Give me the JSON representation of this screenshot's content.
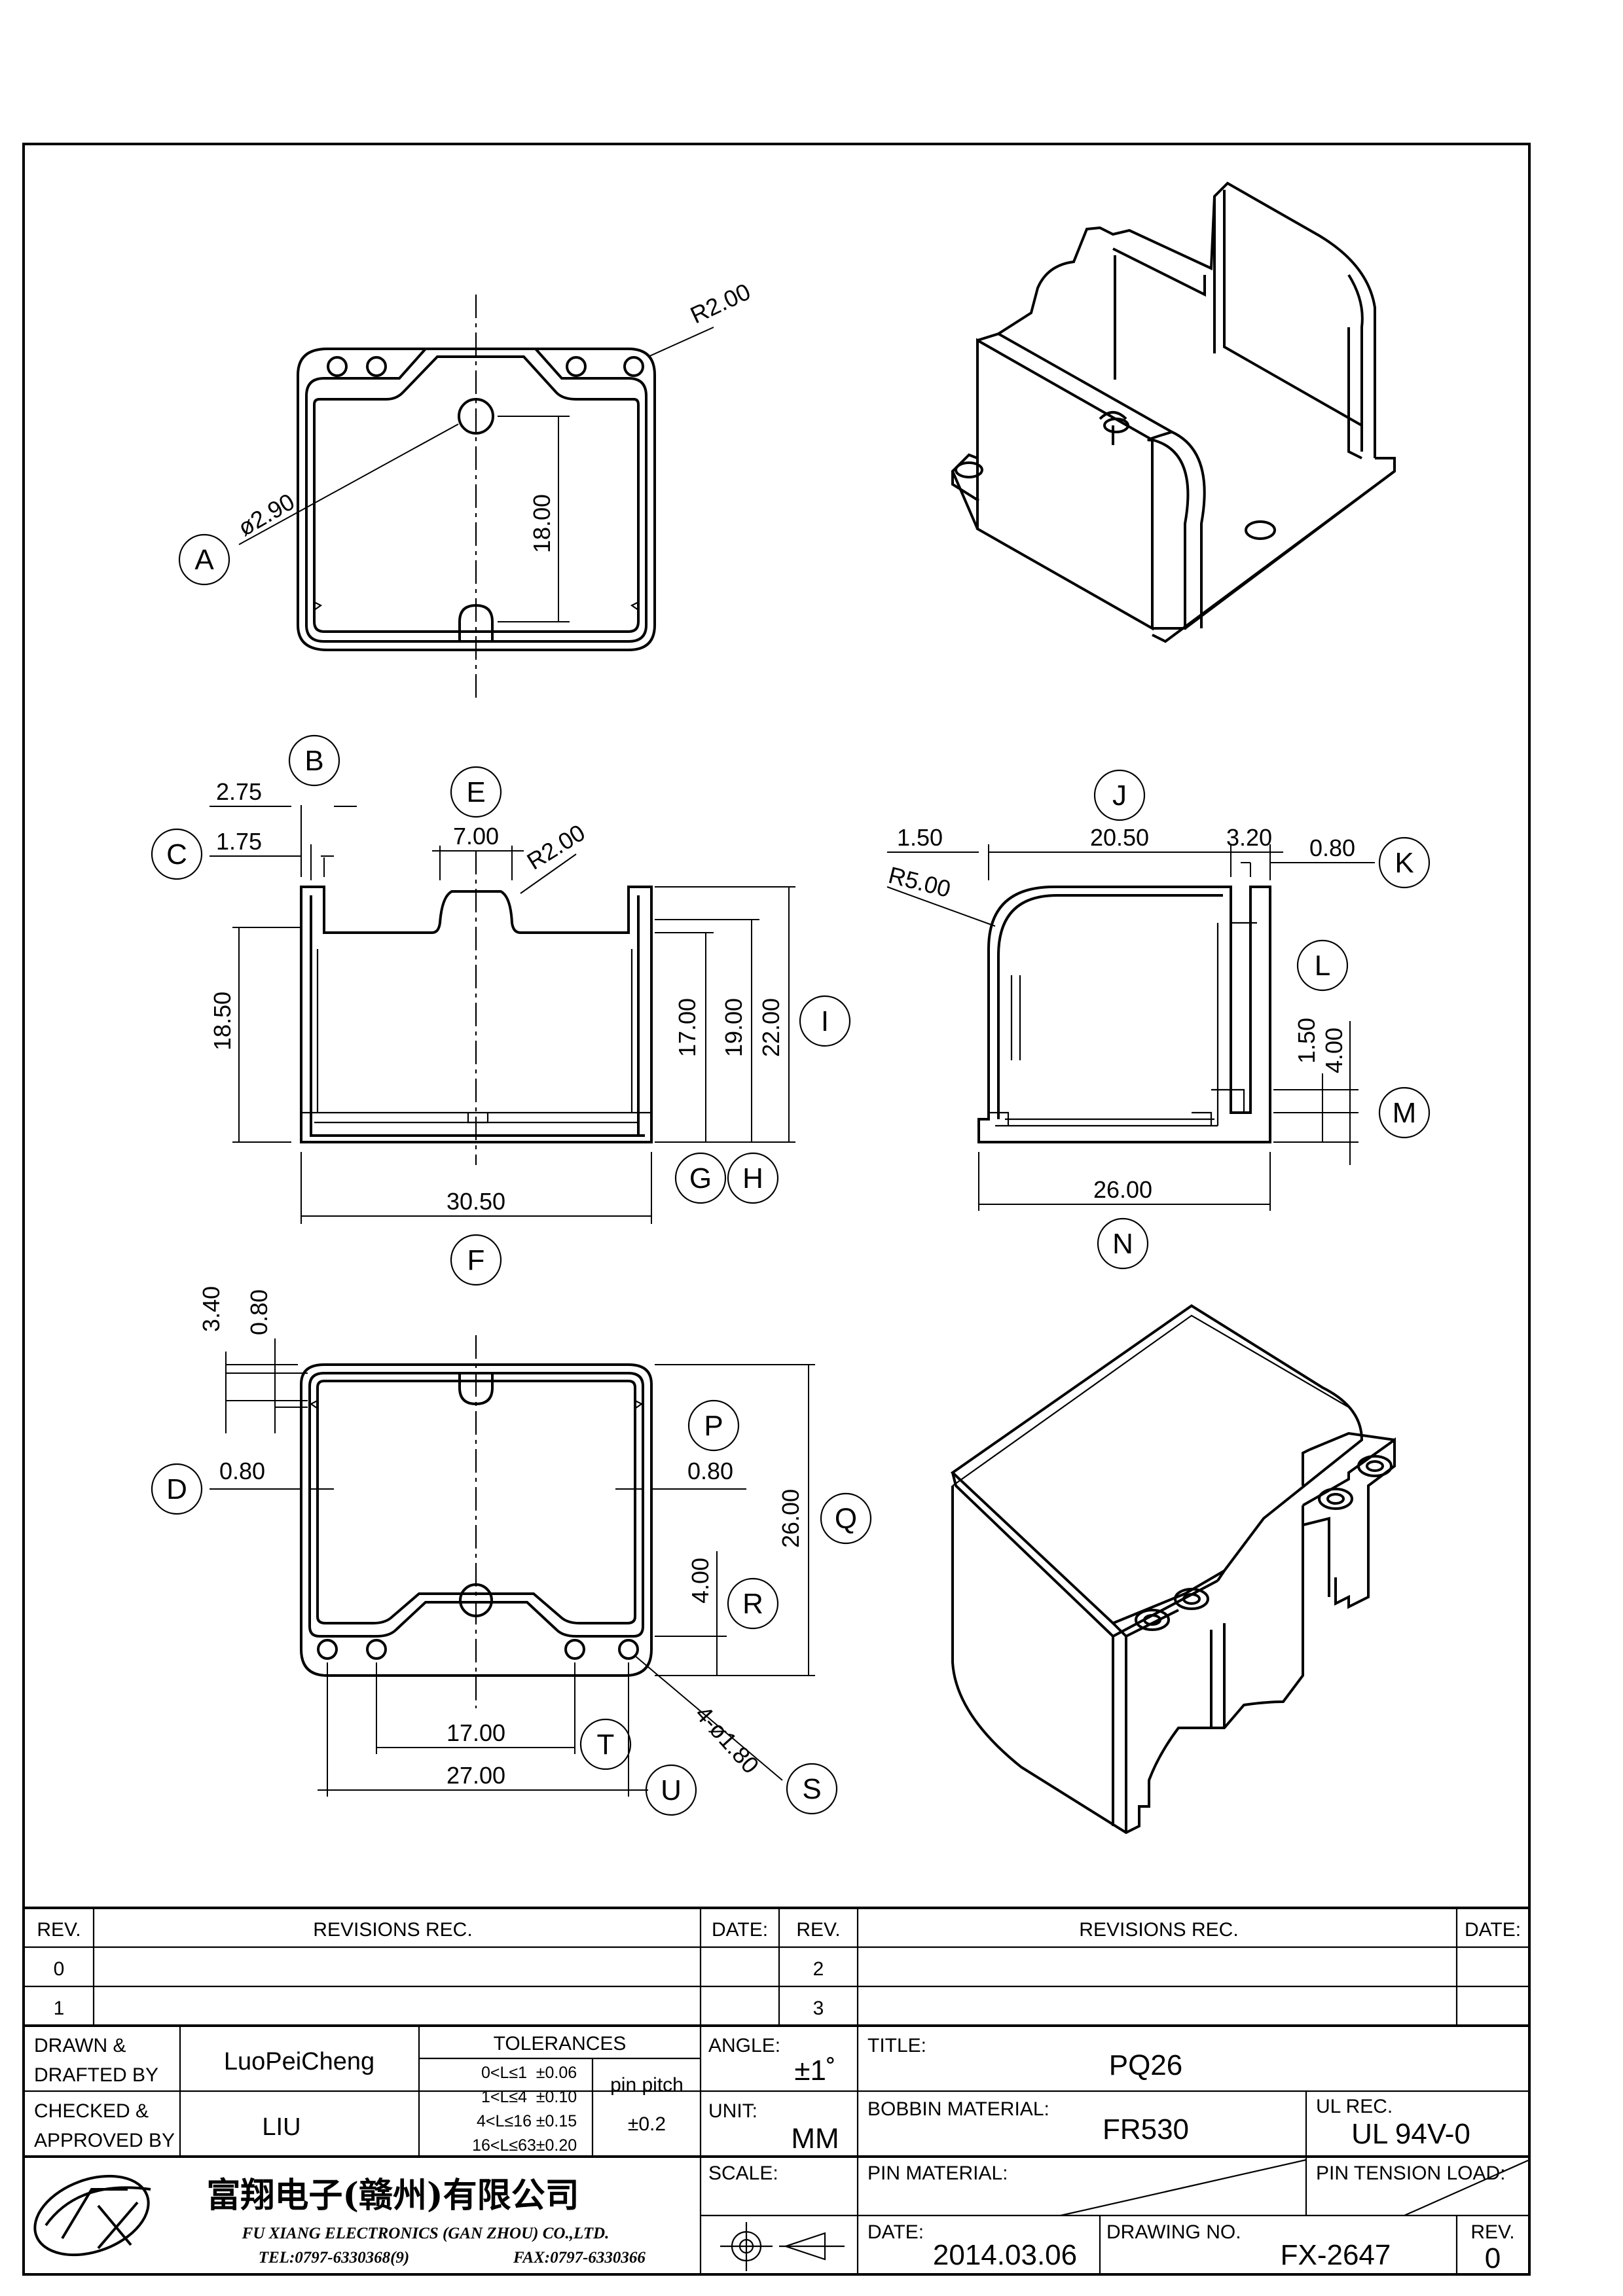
{
  "drawing": {
    "callouts": {
      "A": "A",
      "B": "B",
      "C": "C",
      "D": "D",
      "E": "E",
      "F": "F",
      "G": "G",
      "H": "H",
      "I": "I",
      "J": "J",
      "K": "K",
      "L": "L",
      "M": "M",
      "N": "N",
      "P": "P",
      "Q": "Q",
      "R": "R",
      "S": "S",
      "T": "T",
      "U": "U"
    },
    "top_view": {
      "radius": "R2.00",
      "hole_dia": "ø2.90",
      "pitch": "18.00"
    },
    "front_view": {
      "b_dim": "2.75",
      "c_dim": "1.75",
      "e_dim": "7.00",
      "e_radius": "R2.00",
      "height_left": "18.50",
      "h17": "17.00",
      "h19": "19.00",
      "h22": "22.00",
      "width": "30.50"
    },
    "side_view": {
      "left_dim": "1.50",
      "j_dim": "20.50",
      "k_dim": "3.20",
      "k_gap": "0.80",
      "radius": "R5.00",
      "l_dim": "1.50",
      "m_dim": "4.00",
      "width": "26.00"
    },
    "bottom_view": {
      "d340": "3.40",
      "d080v": "0.80",
      "d_left": "0.80",
      "p_right": "0.80",
      "q_height": "26.00",
      "r_dim": "4.00",
      "s_holes": "4-ø1.80",
      "t_dim": "17.00",
      "u_dim": "27.00"
    }
  },
  "title_block": {
    "rev_header": "REV.",
    "revisions_rec": "REVISIONS   REC.",
    "date_header": "DATE:",
    "rev_rows_left": [
      "0",
      "1"
    ],
    "rev_rows_right": [
      "2",
      "3"
    ],
    "drawn_by_label": [
      "DRAWN  &",
      "DRAFTED  BY"
    ],
    "drawn_by": "LuoPeiCheng",
    "checked_label": [
      "CHECKED  &",
      "APPROVED  BY"
    ],
    "checked_by": "LIU",
    "tolerances_title": "TOLERANCES",
    "tolerances": [
      {
        "range": "0<L≤1",
        "tol": "±0.06"
      },
      {
        "range": "1<L≤4",
        "tol": "±0.10"
      },
      {
        "range": "4<L≤16",
        "tol": "±0.15"
      },
      {
        "range": "16<L≤63",
        "tol": "±0.20"
      }
    ],
    "pin_pitch_label": "pin  pitch",
    "pin_pitch_tol": "±0.2",
    "angle_label": "ANGLE:",
    "angle_value": "±1˚",
    "unit_label": "UNIT:",
    "unit_value": "MM",
    "scale_label": "SCALE:",
    "title_label": "TITLE:",
    "title_value": "PQ26",
    "bobbin_label": "BOBBIN  MATERIAL:",
    "bobbin_value": "FR530",
    "ul_label": "UL  REC.",
    "ul_value": "UL  94V-0",
    "pin_material_label": "PIN  MATERIAL:",
    "pin_tension_label": "PIN  TENSION  LOAD:",
    "date_label": "DATE:",
    "date_value": "2014.03.06",
    "drawing_no_label": "DRAWING  NO.",
    "drawing_no": "FX-2647",
    "rev_label": "REV.",
    "rev_value": "0",
    "company_cn": "富翔电子(赣州)有限公司",
    "company_en": "FU  XIANG  ELECTRONICS  (GAN  ZHOU)  CO.,LTD.",
    "tel": "TEL:0797-6330368(9)",
    "fax": "FAX:0797-6330366"
  }
}
